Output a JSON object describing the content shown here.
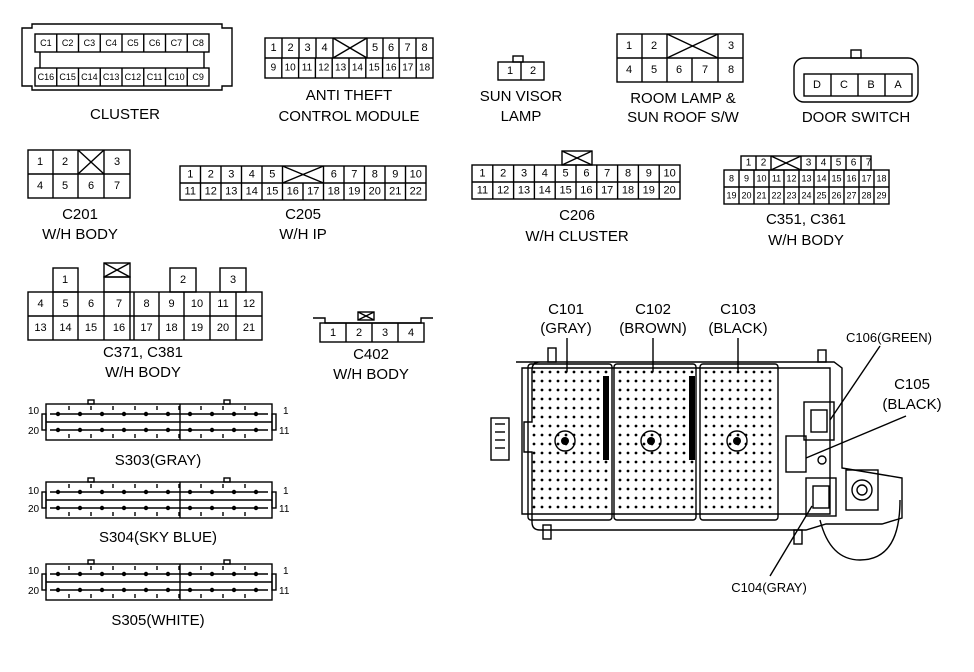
{
  "connectors": {
    "cluster": {
      "label": "CLUSTER",
      "top": [
        "C1",
        "C2",
        "C3",
        "C4",
        "C5",
        "C6",
        "C7",
        "C8"
      ],
      "bottom": [
        "C16",
        "C15",
        "C14",
        "C13",
        "C12",
        "C11",
        "C10",
        "C9"
      ]
    },
    "anti_theft": {
      "label1": "ANTI THEFT",
      "label2": "CONTROL MODULE",
      "row1": [
        "1",
        "2",
        "3",
        "4",
        "",
        "5",
        "6",
        "7",
        "8"
      ],
      "row2": [
        "9",
        "10",
        "11",
        "12",
        "13",
        "14",
        "15",
        "16",
        "17",
        "18"
      ]
    },
    "sun_visor": {
      "label1": "SUN VISOR",
      "label2": "LAMP",
      "pins": [
        "1",
        "2"
      ]
    },
    "room_lamp": {
      "label1": "ROOM LAMP &",
      "label2": "SUN ROOF S/W",
      "row1": [
        "1",
        "2",
        "",
        "3"
      ],
      "row2": [
        "4",
        "5",
        "6",
        "7",
        "8"
      ]
    },
    "door_switch": {
      "label": "DOOR SWITCH",
      "pins": [
        "D",
        "C",
        "B",
        "A"
      ]
    },
    "c201": {
      "label1": "C201",
      "label2": "W/H BODY",
      "row1": [
        "1",
        "2",
        "",
        "3"
      ],
      "row2": [
        "4",
        "5",
        "6",
        "7"
      ]
    },
    "c205": {
      "label1": "C205",
      "label2": "W/H IP",
      "row1": [
        "1",
        "2",
        "3",
        "4",
        "5",
        "",
        "6",
        "7",
        "8",
        "9",
        "10"
      ],
      "row2": [
        "11",
        "12",
        "13",
        "14",
        "15",
        "16",
        "17",
        "18",
        "19",
        "20",
        "21",
        "22"
      ]
    },
    "c206": {
      "label1": "C206",
      "label2": "W/H CLUSTER",
      "row1": [
        "1",
        "2",
        "3",
        "4",
        "5",
        "6",
        "7",
        "8",
        "9",
        "10"
      ],
      "row2": [
        "11",
        "12",
        "13",
        "14",
        "15",
        "16",
        "17",
        "18",
        "19",
        "20"
      ]
    },
    "c351": {
      "label1": "C351, C361",
      "label2": "W/H BODY",
      "row1": [
        "1",
        "2",
        "",
        "3",
        "4",
        "5",
        "6",
        "7"
      ],
      "row2": [
        "8",
        "9",
        "10",
        "11",
        "12",
        "13",
        "14",
        "15",
        "16",
        "17",
        "18"
      ],
      "row3": [
        "19",
        "20",
        "21",
        "22",
        "23",
        "24",
        "25",
        "26",
        "27",
        "28",
        "29"
      ]
    },
    "c371": {
      "label1": "C371, C381",
      "label2": "W/H BODY",
      "top": [
        "1",
        "2",
        "3"
      ],
      "row1": [
        "4",
        "5",
        "6",
        "7",
        "8",
        "9",
        "10",
        "11",
        "12"
      ],
      "row2": [
        "13",
        "14",
        "15",
        "16",
        "17",
        "18",
        "19",
        "20",
        "21"
      ]
    },
    "c402": {
      "label1": "C402",
      "label2": "W/H BODY",
      "pins": [
        "1",
        "2",
        "3",
        "4"
      ]
    },
    "s303": {
      "label": "S303(GRAY)",
      "left_top": "10",
      "left_bottom": "20",
      "right_top": "1",
      "right_bottom": "11"
    },
    "s304": {
      "label": "S304(SKY BLUE)",
      "left_top": "10",
      "left_bottom": "20",
      "right_top": "1",
      "right_bottom": "11"
    },
    "s305": {
      "label": "S305(WHITE)",
      "left_top": "10",
      "left_bottom": "20",
      "right_top": "1",
      "right_bottom": "11"
    }
  },
  "junction_block": {
    "c101": {
      "label1": "C101",
      "label2": "(GRAY)"
    },
    "c102": {
      "label1": "C102",
      "label2": "(BROWN)"
    },
    "c103": {
      "label1": "C103",
      "label2": "(BLACK)"
    },
    "c106": {
      "label": "C106(GREEN)"
    },
    "c105": {
      "label1": "C105",
      "label2": "(BLACK)"
    },
    "c104": {
      "label": "C104(GRAY)"
    }
  }
}
